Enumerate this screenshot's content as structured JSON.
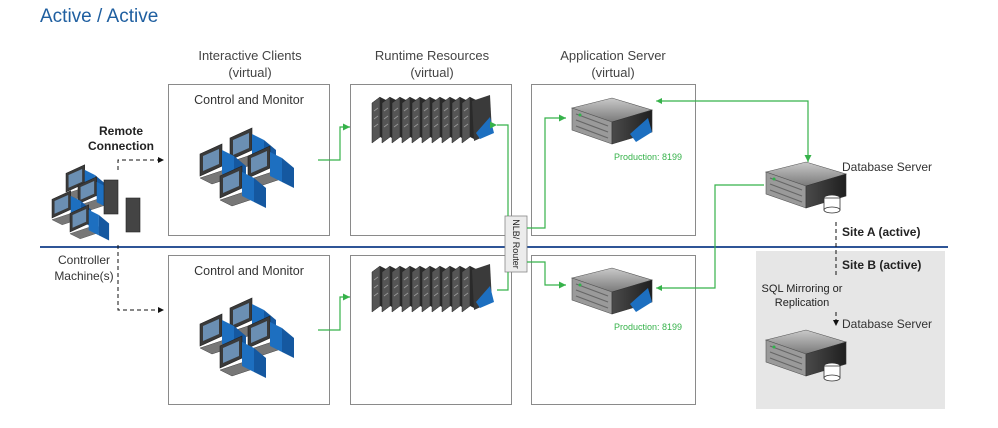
{
  "title": "Active / Active",
  "columns": {
    "clients": {
      "line1": "Interactive Clients",
      "line2": "(virtual)"
    },
    "runtime": {
      "line1": "Runtime Resources",
      "line2": "(virtual)"
    },
    "appserver": {
      "line1": "Application Server",
      "line2": "(virtual)"
    }
  },
  "boxes": {
    "control_top": "Control and Monitor",
    "control_bottom": "Control and Monitor"
  },
  "labels": {
    "remote_connection_1": "Remote",
    "remote_connection_2": "Connection",
    "controller_1": "Controller",
    "controller_2": "Machine(s)",
    "router": "NLB/ Router",
    "production_top": "Production: 8199",
    "production_bottom": "Production: 8199",
    "db_server_top": "Database Server",
    "db_server_bottom": "Database Server",
    "site_a": "Site A (active)",
    "site_b": "Site B (active)",
    "mirroring_1": "SQL Mirroring or",
    "mirroring_2": "Replication"
  },
  "colors": {
    "title": "#1f5fa0",
    "site_line": "#2f5597",
    "green_link": "#36b24a",
    "server_blue": "#1d6fc0",
    "site_b_bg": "#e6e6e6"
  }
}
